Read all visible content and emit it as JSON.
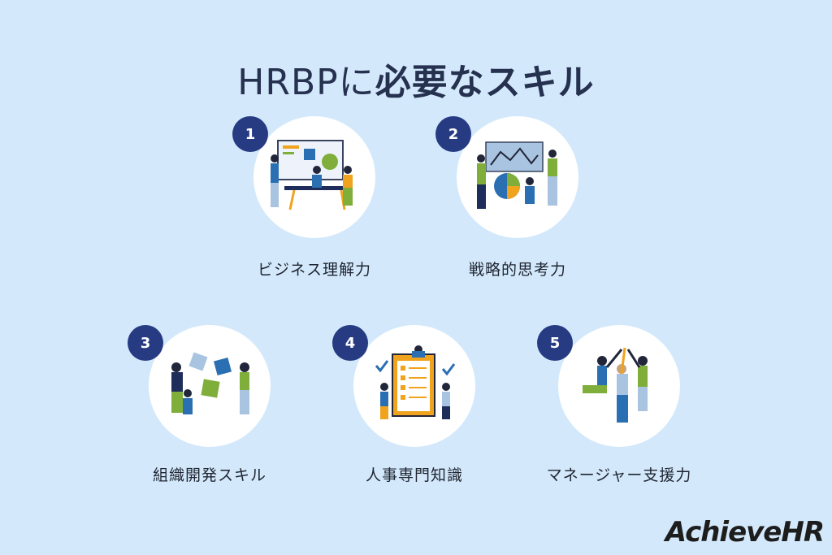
{
  "title": {
    "prefix": "HRBPに",
    "emphasis": "必要なスキル"
  },
  "skills": [
    {
      "number": "1",
      "label": "ビジネス理解力"
    },
    {
      "number": "2",
      "label": "戦略的思考力"
    },
    {
      "number": "3",
      "label": "組織開発スキル"
    },
    {
      "number": "4",
      "label": "人事専門知識"
    },
    {
      "number": "5",
      "label": "マネージャー支援力"
    }
  ],
  "logo": {
    "text": "AchieveHR"
  },
  "colors": {
    "background": "#d3e9fb",
    "badge": "#273b83",
    "title": "#26304f"
  }
}
